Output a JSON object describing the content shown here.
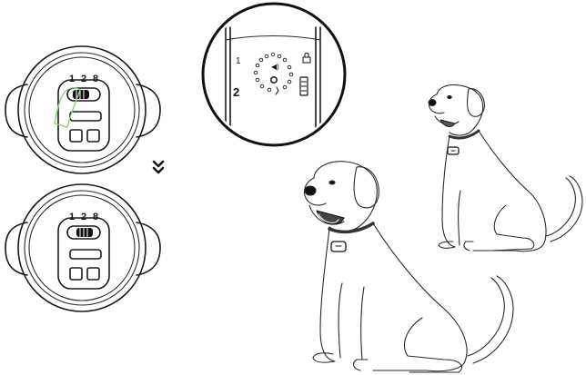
{
  "remote_top": {
    "channel_labels": [
      "1",
      "2",
      "8"
    ],
    "selected_channel": "1"
  },
  "remote_bottom": {
    "channel_labels": [
      "1",
      "2",
      "8"
    ],
    "selected_channel": "2"
  },
  "step_arrow": "»",
  "zoom_detail": {
    "left_digit": "1",
    "selected_digit": "2"
  },
  "colors": {
    "line": "#1a1a1a",
    "highlight": "#8fcf7a",
    "background": "#ffffff"
  },
  "icons": [
    "remote-top",
    "remote-bottom",
    "down-chevron-icon",
    "zoom-detail-lens",
    "dog-large",
    "dog-small",
    "collar-icon"
  ]
}
